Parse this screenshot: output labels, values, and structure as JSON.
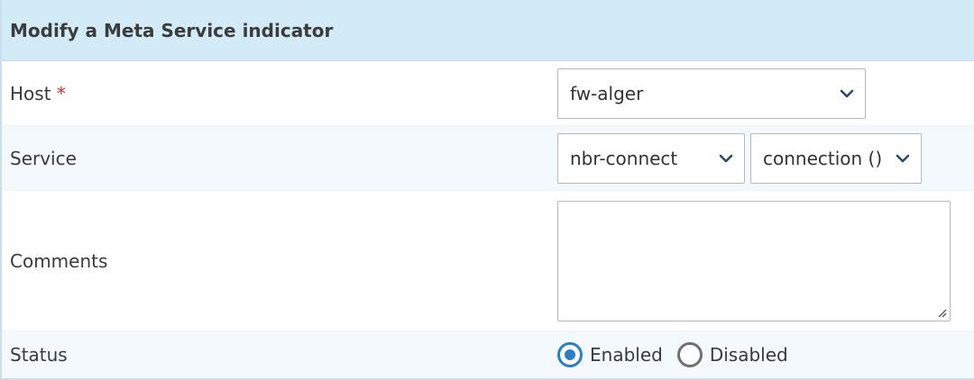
{
  "form": {
    "title": "Modify a Meta Service indicator",
    "host": {
      "label": "Host",
      "required_mark": "*",
      "value": "fw-alger"
    },
    "service": {
      "label": "Service",
      "service_value": "nbr-connect",
      "metric_value": "connection ()"
    },
    "comments": {
      "label": "Comments",
      "value": ""
    },
    "status": {
      "label": "Status",
      "options": [
        {
          "label": "Enabled",
          "selected": true
        },
        {
          "label": "Disabled",
          "selected": false
        }
      ]
    }
  },
  "colors": {
    "header_bg": "#d3ebf7",
    "row_tint": "#f3f9fd",
    "radio_accent": "#2d7fbf",
    "required": "#e0262f"
  },
  "icons": {
    "select_arrow": "chevron-down-icon",
    "resize": "resize-grip-icon"
  }
}
